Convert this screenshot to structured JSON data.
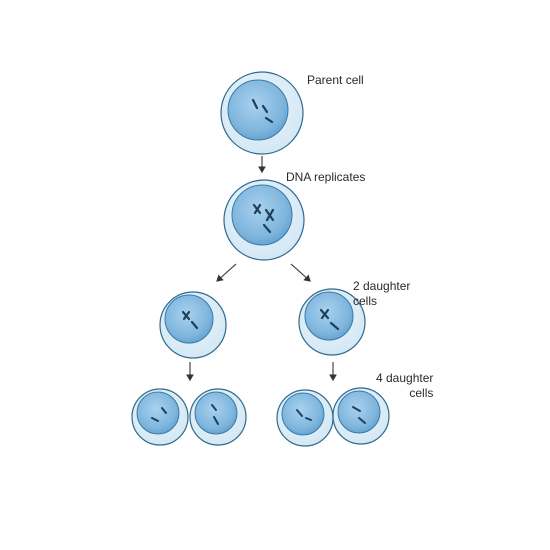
{
  "labels": {
    "parent": "Parent cell",
    "dna": "DNA replicates",
    "two": "2 daughter\ncells",
    "four": "4 daughter\ncells"
  },
  "colors": {
    "cytoplasm": "#d8ebf6",
    "cytoplasm_edge": "#2f6a8c",
    "nucleus": "#7fb6de",
    "nucleus_edge": "#3b7aa6",
    "chromosome": "#1f3f5a",
    "arrow": "#333333"
  }
}
